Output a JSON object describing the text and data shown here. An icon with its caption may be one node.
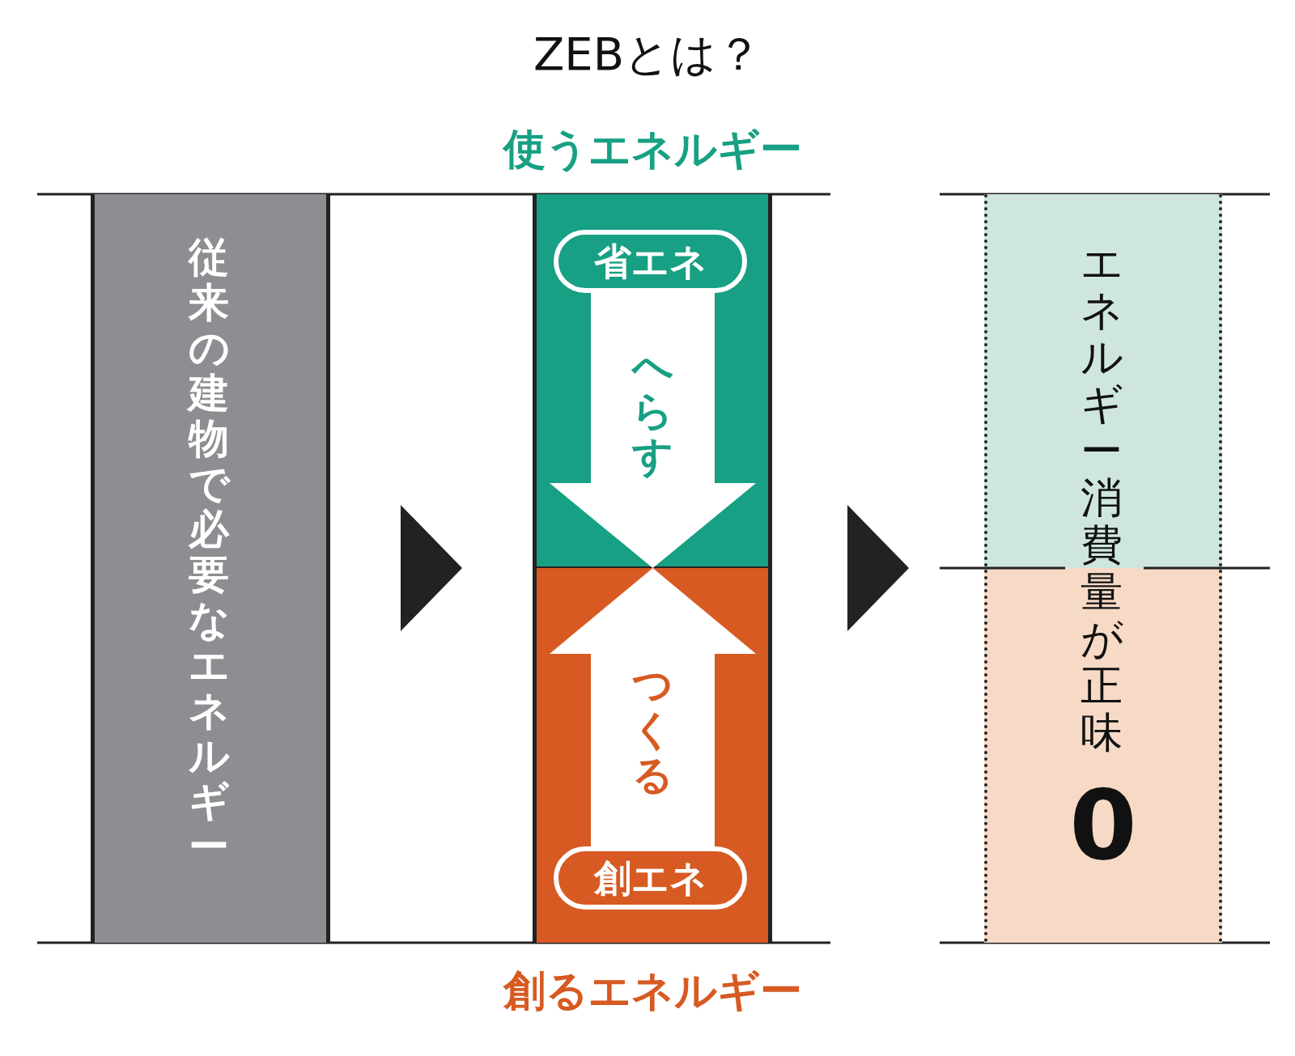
{
  "diagram": {
    "title": "ZEBとは？",
    "nodes": [
      {
        "text": [
          "従来の建物で必要なエネルギー"
        ]
      },
      {
        "text": [],
        "shape": "box"
      },
      {
        "text": [],
        "shape": "box",
        "in": 1
      },
      {
        "text": [
          "省エネ"
        ],
        "in": 2
      },
      {
        "text": [],
        "shape": "box",
        "in": 1
      },
      {
        "text": [
          "創エネ"
        ],
        "in": 4
      },
      {
        "text": [
          "エネルギー消費量が正味",
          "0"
        ]
      }
    ],
    "edges": [
      {
        "from": 0,
        "to": 1,
        "arrow": "to"
      },
      {
        "from": 1,
        "to": 6,
        "arrow": "to"
      },
      {
        "from": 3,
        "to": null,
        "arrow": "to",
        "label": "へらす"
      },
      {
        "from": 5,
        "to": null,
        "arrow": "to",
        "label": "つくる"
      }
    ],
    "labels": [
      "使うエネルギー",
      "創るエネルギー"
    ]
  }
}
